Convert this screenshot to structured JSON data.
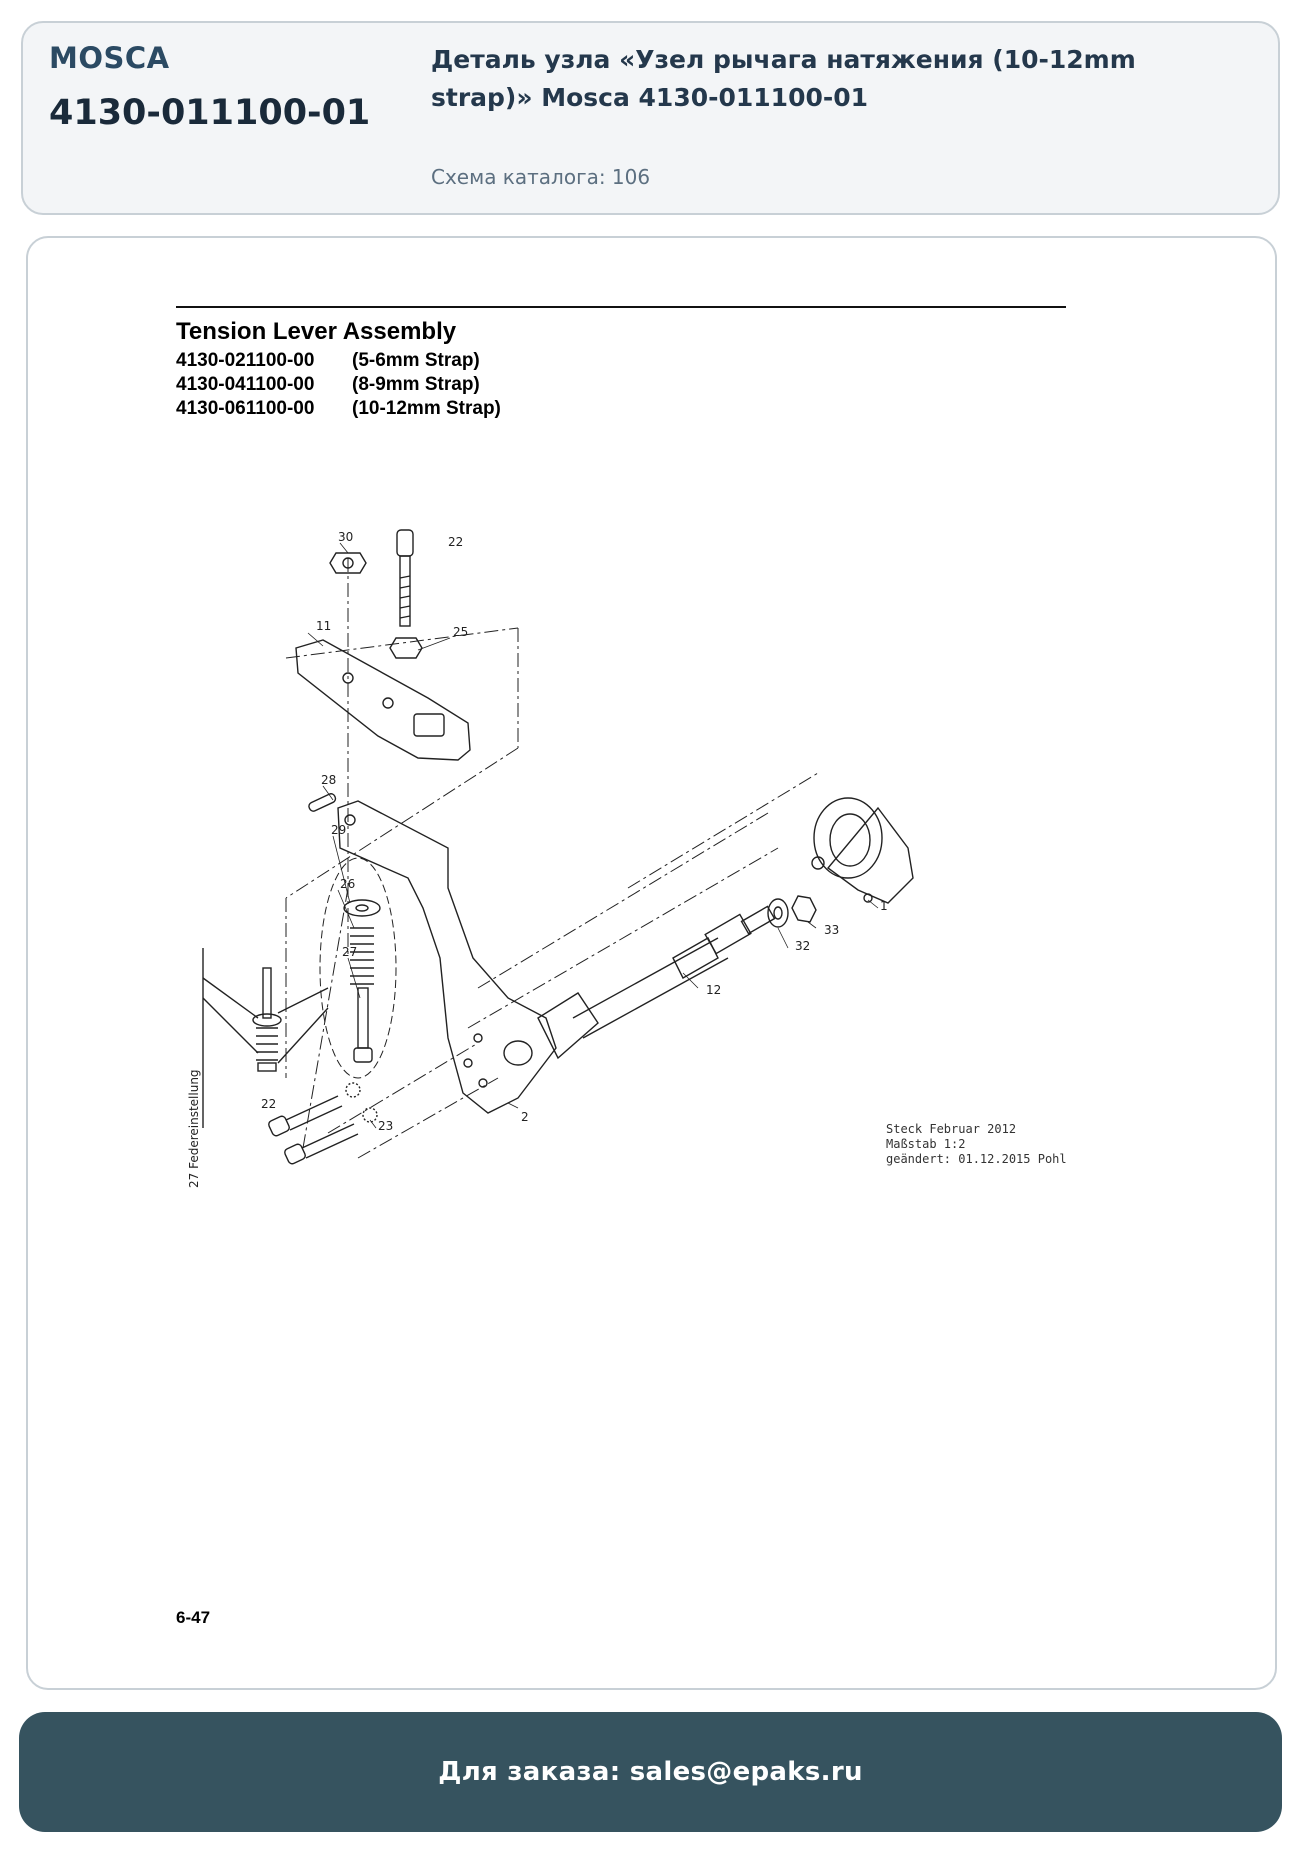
{
  "header": {
    "brand": "MOSCA",
    "part_number": "4130-011100-01",
    "title": "Деталь узла «Узел рычага натяжения (10-12mm strap)» Mosca 4130-011100-01",
    "catalog_scheme": "Схема каталога: 106"
  },
  "document": {
    "heading": "Tension Lever Assembly",
    "variants": [
      {
        "code": "4130-021100-00",
        "desc": "(5-6mm Strap)"
      },
      {
        "code": "4130-041100-00",
        "desc": "(8-9mm Strap)"
      },
      {
        "code": "4130-061100-00",
        "desc": "(10-12mm Strap)"
      }
    ],
    "page_number": "6-47",
    "stamp": [
      "Steck Februar 2012",
      "Maßstab 1:2",
      "geändert: 01.12.2015 Pohl"
    ],
    "side_note": "27 Federeinstellung",
    "callouts": [
      "30",
      "22",
      "25",
      "11",
      "28",
      "29",
      "26",
      "27",
      "22",
      "23",
      "2",
      "12",
      "32",
      "33",
      "1"
    ]
  },
  "footer": {
    "order_text": "Для заказа: sales@epaks.ru"
  }
}
